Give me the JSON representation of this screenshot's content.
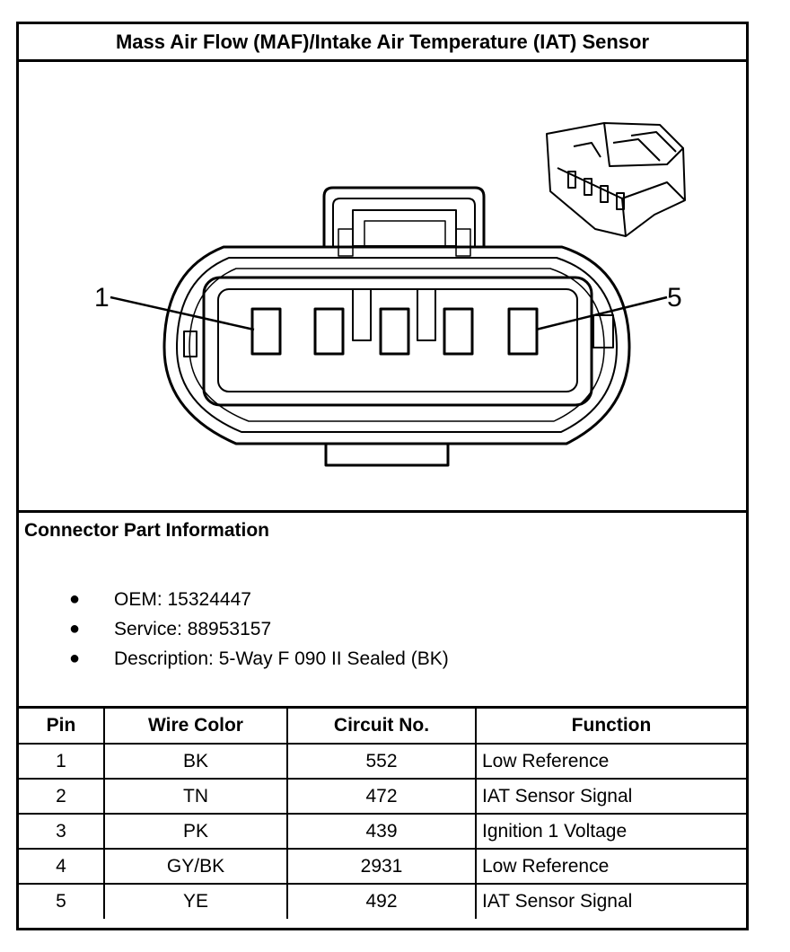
{
  "title": "Mass Air Flow (MAF)/Intake Air Temperature (IAT) Sensor",
  "diagram": {
    "pin_labels": [
      "1",
      "5"
    ]
  },
  "connector_info": {
    "heading": "Connector Part Information",
    "items": [
      "OEM: 15324447",
      "Service: 88953157",
      "Description: 5-Way F 090 II Sealed (BK)"
    ]
  },
  "table": {
    "headers": [
      "Pin",
      "Wire Color",
      "Circuit No.",
      "Function"
    ],
    "rows": [
      {
        "pin": "1",
        "wire": "BK",
        "circuit": "552",
        "function": "Low Reference"
      },
      {
        "pin": "2",
        "wire": "TN",
        "circuit": "472",
        "function": "IAT Sensor Signal"
      },
      {
        "pin": "3",
        "wire": "PK",
        "circuit": "439",
        "function": "Ignition 1 Voltage"
      },
      {
        "pin": "4",
        "wire": "GY/BK",
        "circuit": "2931",
        "function": "Low Reference"
      },
      {
        "pin": "5",
        "wire": "YE",
        "circuit": "492",
        "function": "IAT Sensor Signal"
      }
    ]
  }
}
